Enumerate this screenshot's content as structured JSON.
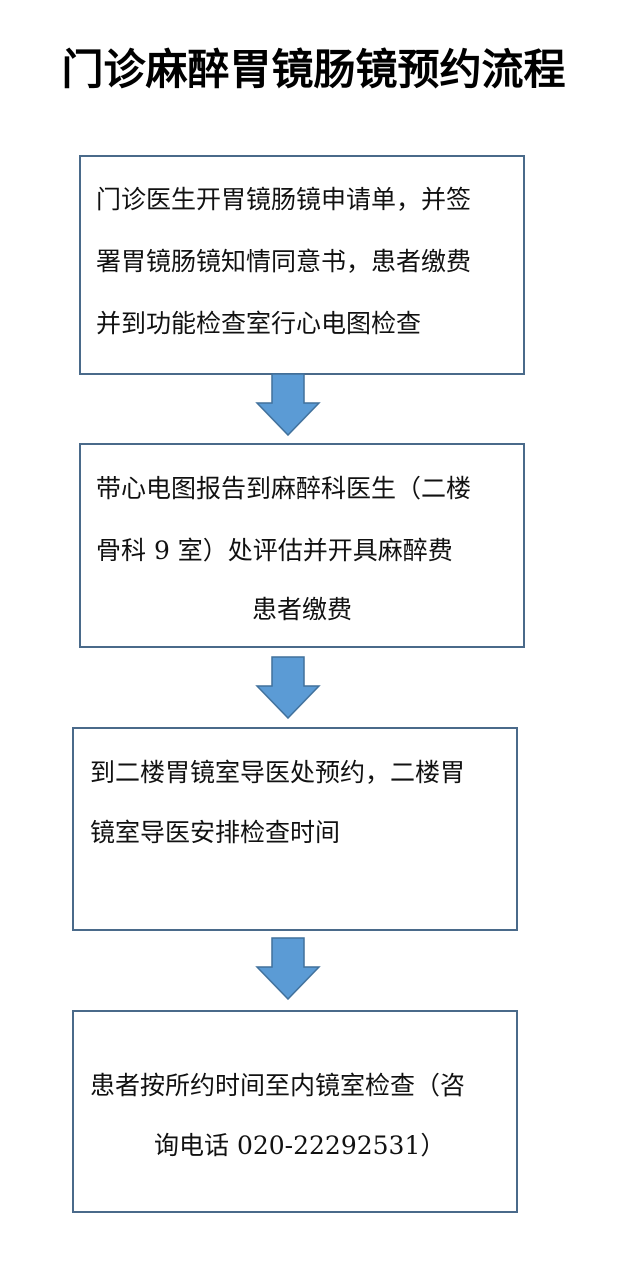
{
  "title": "门诊麻醉胃镜肠镜预约流程",
  "colors": {
    "box_border": "#4a6a8a",
    "arrow_fill": "#5b9bd5",
    "arrow_stroke": "#41719c"
  },
  "steps": [
    {
      "lines": [
        "门诊医生开胃镜肠镜申请单，并签",
        "署胃镜肠镜知情同意书，患者缴费",
        "并到功能检查室行心电图检查"
      ]
    },
    {
      "lines": [
        "带心电图报告到麻醉科医生（二楼",
        "骨科 9 室）处评估并开具麻醉费",
        "患者缴费"
      ]
    },
    {
      "lines": [
        "到二楼胃镜室导医处预约，二楼胃",
        "镜室导医安排检查时间"
      ]
    },
    {
      "lines": [
        "患者按所约时间至内镜室检查（咨",
        "询电话 020-22292531）"
      ]
    }
  ],
  "arrows": [
    "down-arrow",
    "down-arrow",
    "down-arrow"
  ]
}
